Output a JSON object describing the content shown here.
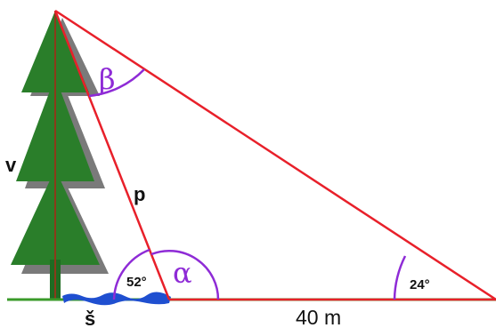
{
  "labels": {
    "height": "v",
    "hypotenuse_short": "p",
    "river_width": "š",
    "distance": "40 m",
    "angle_alpha": "α",
    "angle_beta": "β",
    "angle_52": "52°",
    "angle_24": "24°"
  },
  "colors": {
    "triangle": "#e8202a",
    "angle_arc": "#8e2bd6",
    "greek": "#8e2bd6",
    "ground": "#3a9a2a",
    "tree_dark": "#1f6b22",
    "tree_light": "#2f8f2f",
    "tree_shadow": "#7a7a7a",
    "trunk": "#7a4a1e",
    "river": "#1f4fd0",
    "text": "#111111"
  }
}
